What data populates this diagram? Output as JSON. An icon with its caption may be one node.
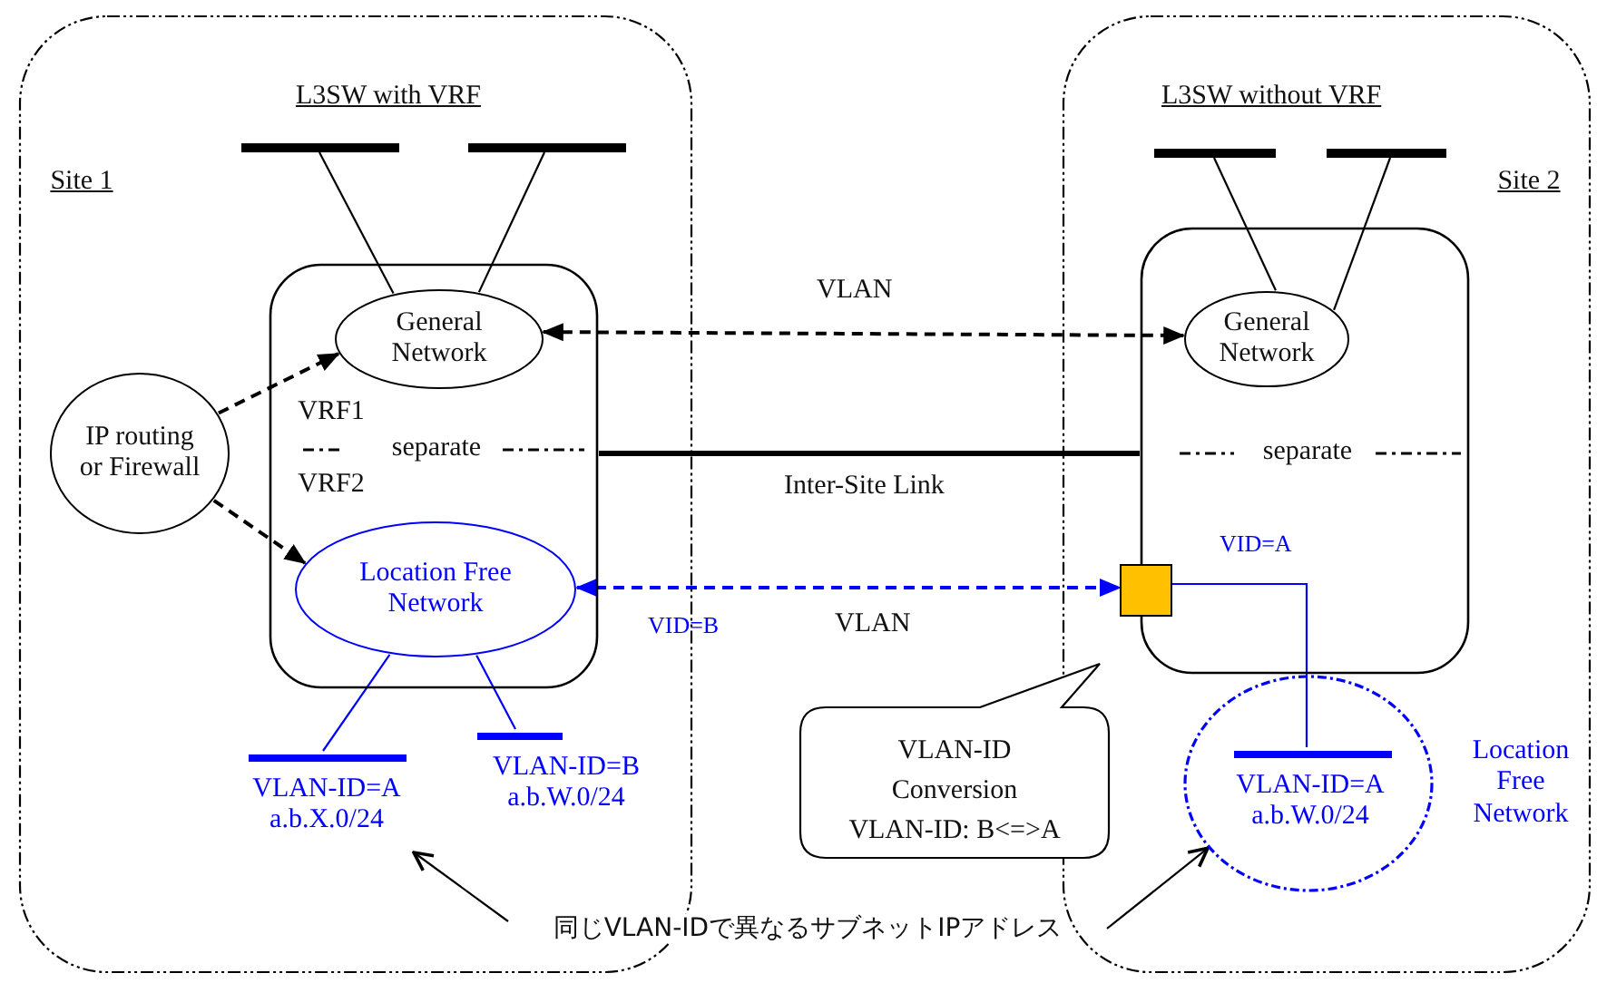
{
  "diagram": {
    "nodes": [
      {
        "text": [
          "Site 1"
        ]
      },
      {
        "text": [
          "VRF1",
          "separate",
          "VRF2"
        ],
        "in": 0
      },
      {
        "text": [
          "General Network"
        ],
        "in": 1
      },
      {
        "text": [
          "Location Free Network"
        ],
        "in": 1
      },
      {
        "text": [
          "IP routing or Firewall"
        ],
        "in": 0
      },
      {
        "text": [],
        "shape": "bar",
        "in": 0
      },
      {
        "text": [],
        "shape": "bar",
        "in": 0
      },
      {
        "text": [
          "VLAN-ID=A a.b.X.0/24"
        ],
        "in": 0
      },
      {
        "text": [
          "VLAN-ID=B a.b.W.0/24"
        ],
        "in": 0
      },
      {
        "text": [
          "Site 2"
        ]
      },
      {
        "text": [
          "separate"
        ],
        "in": 9
      },
      {
        "text": [
          "General Network"
        ],
        "in": 10
      },
      {
        "text": [],
        "shape": "bar",
        "in": 9
      },
      {
        "text": [],
        "shape": "bar",
        "in": 9
      },
      {
        "text": [],
        "shape": "box",
        "in": 9
      },
      {
        "text": [],
        "shape": "circle",
        "in": 9,
        "beside": [
          "Location Free Network"
        ]
      },
      {
        "text": [
          "VLAN-ID=A a.b.W.0/24"
        ],
        "in": 15
      },
      {
        "text": [
          "VLAN-ID Conversion",
          "VLAN-ID: B<=>A"
        ]
      },
      {
        "text": [
          "同じVLAN-IDで異なるサブネットIPアドレス"
        ]
      }
    ],
    "edges": [
      {
        "from": 5,
        "to": 2,
        "arrow": "none"
      },
      {
        "from": 6,
        "to": 2,
        "arrow": "none"
      },
      {
        "from": 12,
        "to": 11,
        "arrow": "none"
      },
      {
        "from": 13,
        "to": 11,
        "arrow": "none"
      },
      {
        "from": 4,
        "to": 2,
        "arrow": "to",
        "style": "dashed"
      },
      {
        "from": 4,
        "to": 3,
        "arrow": "to",
        "style": "dashed"
      },
      {
        "from": 2,
        "to": 11,
        "arrow": "both",
        "style": "dashed",
        "label": "VLAN"
      },
      {
        "from": 3,
        "to": 14,
        "arrow": "both",
        "style": "dashed",
        "color": "#0000ff",
        "label": "VLAN"
      },
      {
        "from": 3,
        "to": 7,
        "arrow": "none",
        "color": "#0000ff"
      },
      {
        "from": 3,
        "to": 8,
        "arrow": "none",
        "color": "#0000ff"
      },
      {
        "from": 14,
        "to": 16,
        "arrow": "none",
        "color": "#0000ff"
      },
      {
        "from": 1,
        "to": 10,
        "arrow": "none",
        "style": "thick",
        "label": "Inter-Site Link"
      },
      {
        "from": 18,
        "to": 7,
        "arrow": "to"
      },
      {
        "from": 18,
        "to": 15,
        "arrow": "to"
      }
    ],
    "labels": [
      "L3SW with VRF",
      "L3SW without VRF",
      "VID=B",
      "VID=A"
    ]
  }
}
